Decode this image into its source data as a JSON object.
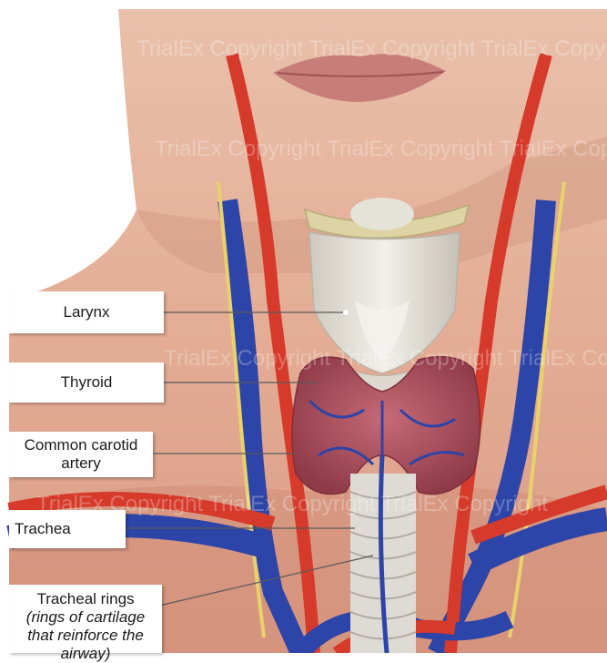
{
  "labels": {
    "larynx": "Larynx",
    "thyroid": "Thyroid",
    "common_carotid_line1": "Common carotid",
    "common_carotid_line2": "artery",
    "trachea": "Trachea",
    "tracheal_rings_line1": "Tracheal rings",
    "tracheal_rings_line2": "(rings of cartilage",
    "tracheal_rings_line3": "that reinforce the",
    "tracheal_rings_line4": "airway)"
  },
  "watermark": {
    "text": "TrialEx Copyright TrialEx Copyright TrialEx Copyright"
  },
  "colors": {
    "skin": "#e8b7a0",
    "skin_shadow": "#c98f78",
    "artery": "#d63a2a",
    "vein": "#2d44a8",
    "nerve": "#e8d36a",
    "thyroid": "#b0505e",
    "cartilage": "#e7e4dc",
    "lips": "#c77d78"
  }
}
